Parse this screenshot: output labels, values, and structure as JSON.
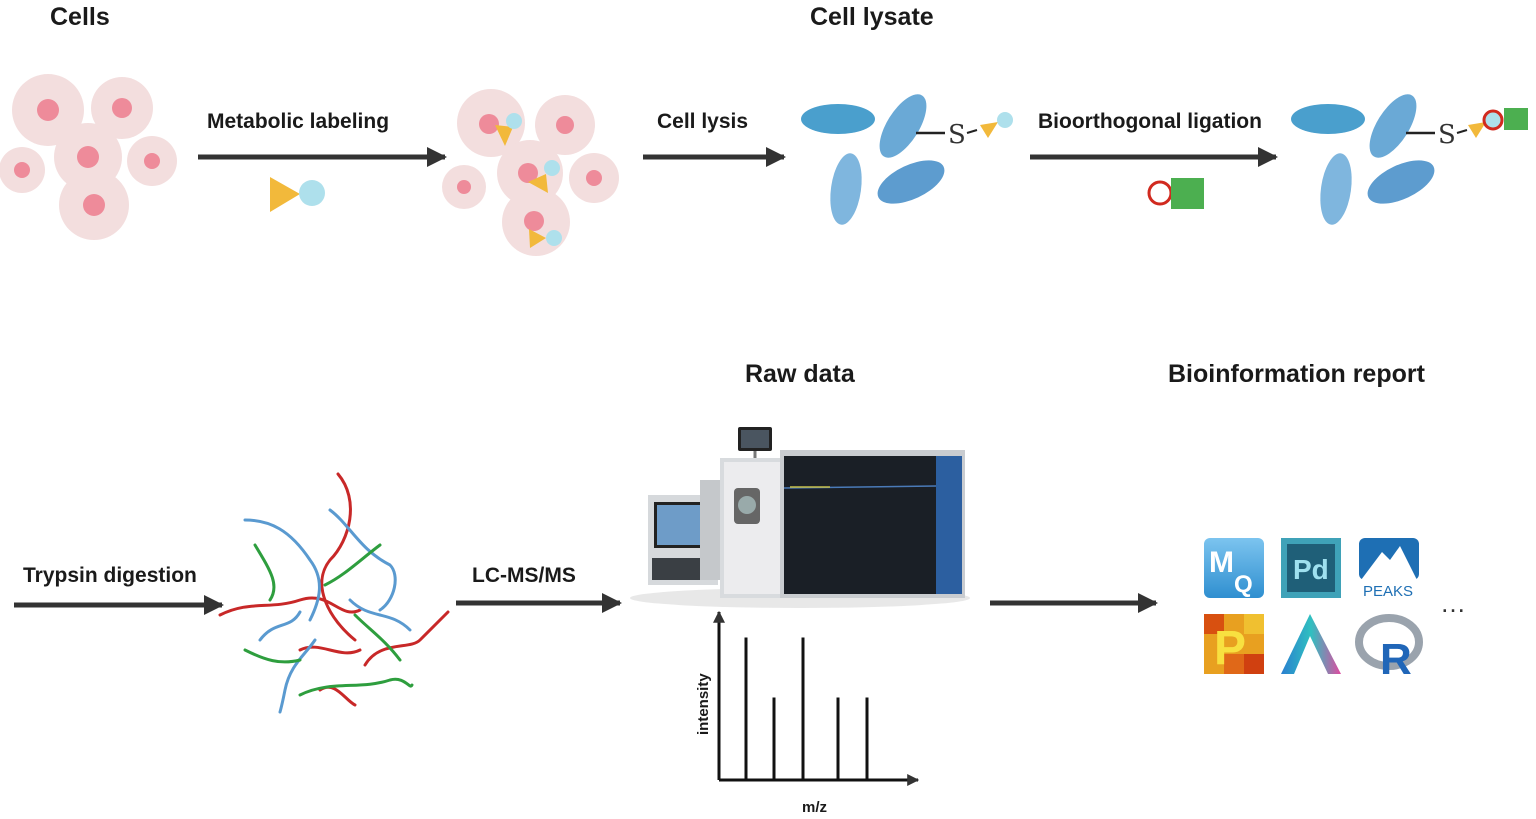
{
  "headers": {
    "cells": "Cells",
    "cell_lysate": "Cell lysate",
    "raw_data": "Raw data",
    "bioinformation_report": "Bioinformation report"
  },
  "steps": {
    "metabolic_labeling": "Metabolic  labeling",
    "cell_lysis": "Cell lysis",
    "bioorthogonal_ligation": "Bioorthogonal ligation",
    "trypsin_digestion": "Trypsin digestion",
    "lc_ms_ms": "LC-MS/MS"
  },
  "spectrum": {
    "x_label": "m/z",
    "y_label": "intensity",
    "peaks": [
      {
        "mz": 1,
        "intensity": 0.95
      },
      {
        "mz": 2,
        "intensity": 0.55
      },
      {
        "mz": 3,
        "intensity": 0.95
      },
      {
        "mz": 4,
        "intensity": 0.55
      },
      {
        "mz": 5,
        "intensity": 0.55
      }
    ]
  },
  "software": [
    {
      "name": "maxquant-logo",
      "text": "MQ",
      "color": "#4aa3d8"
    },
    {
      "name": "proteome-discoverer-logo",
      "text": "Pd",
      "color": "#2f8fa8"
    },
    {
      "name": "peaks-logo",
      "text": "PEAKS",
      "color": "#1e6fb4"
    },
    {
      "name": "perseus-logo",
      "text": "P",
      "color": "#e8a020"
    },
    {
      "name": "a-logo",
      "text": "",
      "color": "#2a7fd0"
    },
    {
      "name": "r-logo",
      "text": "R",
      "color": "#2066b8"
    }
  ],
  "ellipsis": "…",
  "sulfur_symbol": "S",
  "colors": {
    "cell": "#f3dede",
    "nucleus": "#ee8b9a",
    "protein": "#6aa9d6",
    "label_triangle": "#f2b93b",
    "label_circle": "#aee0ec",
    "probe_ring": "#d12a1f",
    "probe_square": "#4caf50",
    "arrow": "#333333",
    "peptide_red": "#c82828",
    "peptide_blue": "#5a9ad0",
    "peptide_green": "#2e9e3e"
  }
}
